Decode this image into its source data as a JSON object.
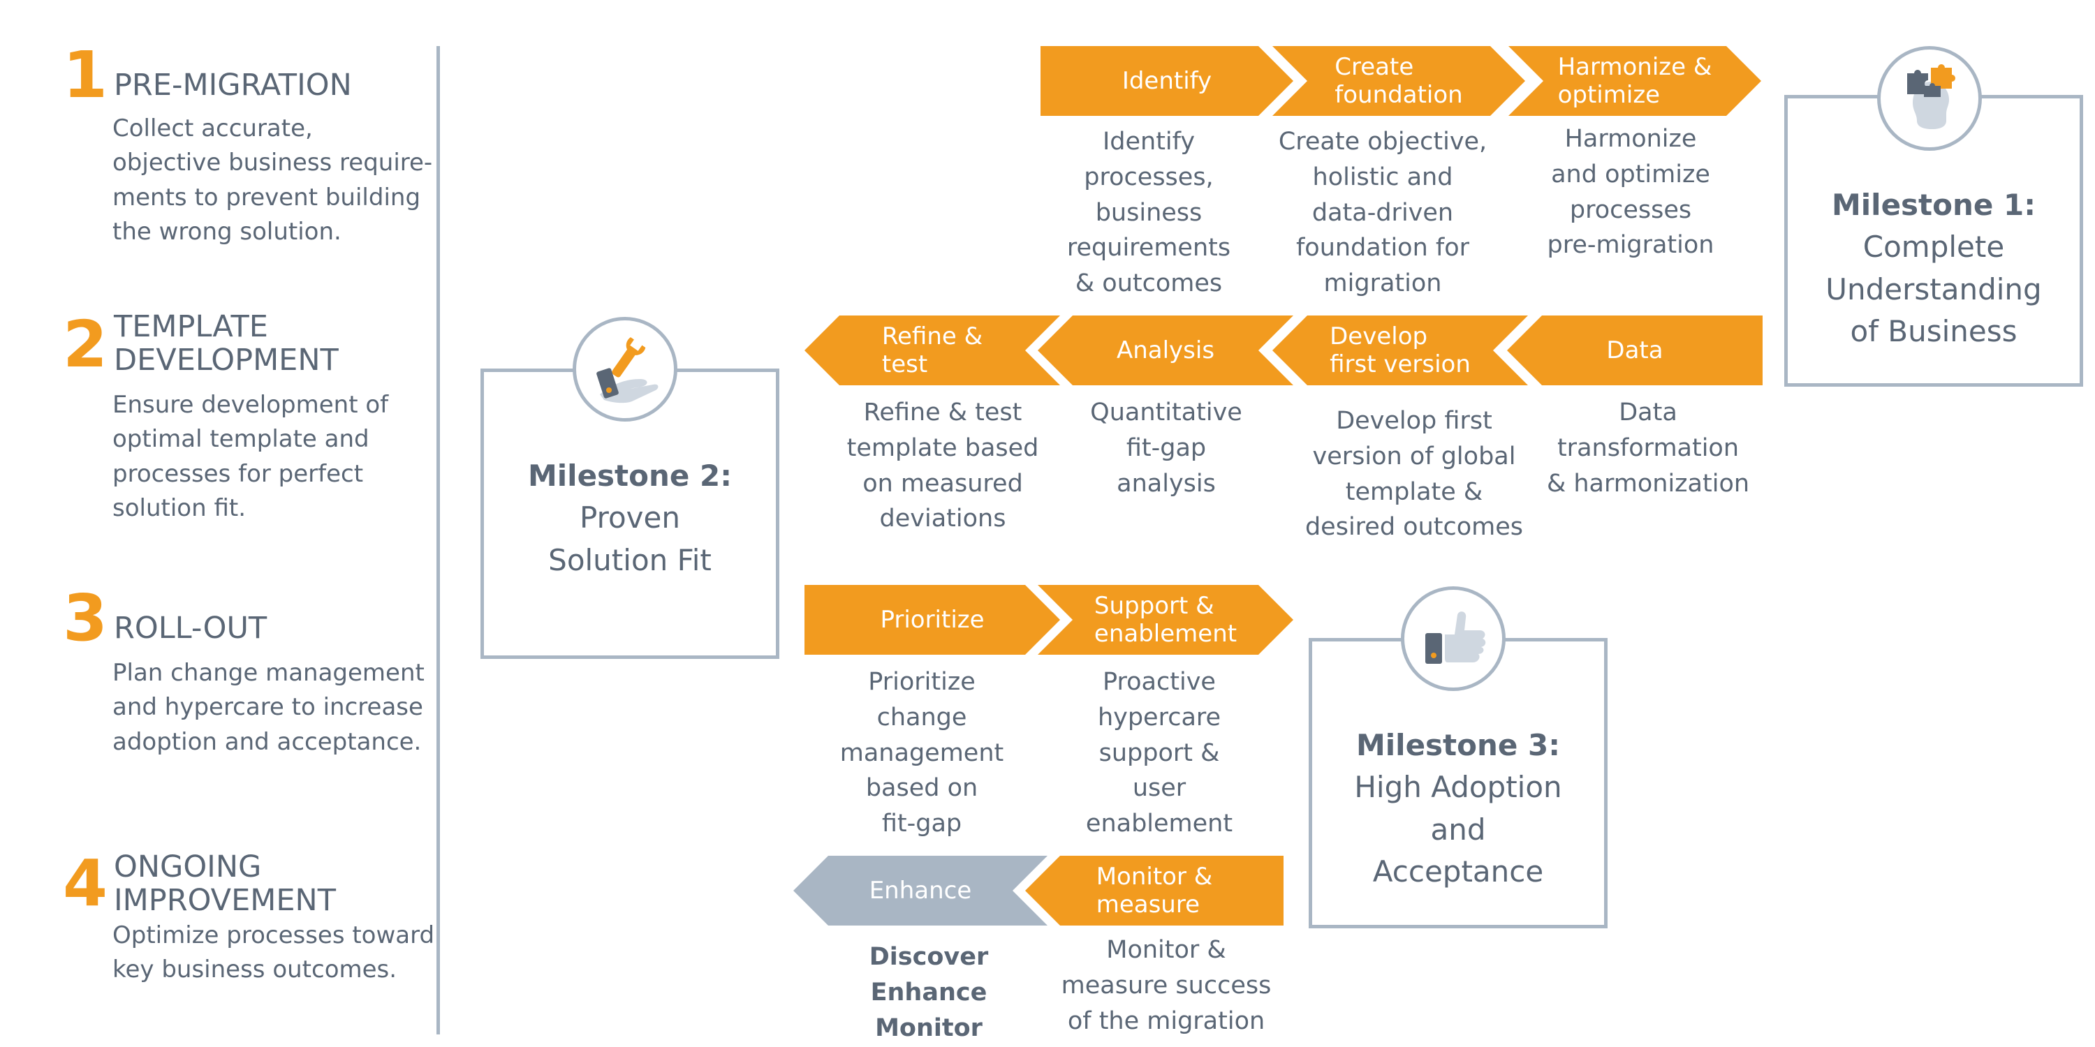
{
  "phases": [
    {
      "number": "1",
      "title": "PRE-MIGRATION",
      "description": "Collect accurate,\nobjective business require-\nments to prevent building\nthe wrong solution."
    },
    {
      "number": "2",
      "title": "TEMPLATE\nDEVELOPMENT",
      "description": "Ensure development of\noptimal template and\nprocesses for perfect\nsolution fit."
    },
    {
      "number": "3",
      "title": "ROLL-OUT",
      "description": "Plan change management\nand hypercare to increase\nadoption and acceptance."
    },
    {
      "number": "4",
      "title": "ONGOING\nIMPROVEMENT",
      "description": "Optimize processes toward\nkey business outcomes."
    }
  ],
  "rows": {
    "pre_migration": [
      {
        "label": "Identify",
        "description": "Identify\nprocesses,\nbusiness\nrequirements\n& outcomes"
      },
      {
        "label": "Create\nfoundation",
        "description": "Create objective,\nholistic and\ndata-driven\nfoundation for\nmigration"
      },
      {
        "label": "Harmonize &\noptimize",
        "description": "Harmonize\nand optimize\nprocesses\npre-migration"
      }
    ],
    "template_development": [
      {
        "label": "Data",
        "description": "Data\ntransformation\n& harmonization"
      },
      {
        "label": "Develop\nfirst version",
        "description": "Develop first\nversion of global\ntemplate &\ndesired outcomes"
      },
      {
        "label": "Analysis",
        "description": "Quantitative\nfit-gap\nanalysis"
      },
      {
        "label": "Refine &\ntest",
        "description": "Refine & test\ntemplate based\non measured\ndeviations"
      }
    ],
    "roll_out": [
      {
        "label": "Prioritize",
        "description": "Prioritize\nchange\nmanagement\nbased on\nfit-gap"
      },
      {
        "label": "Support &\nenablement",
        "description": "Proactive\nhypercare\nsupport &\nuser\nenablement"
      }
    ],
    "ongoing_improvement": [
      {
        "label": "Monitor &\nmeasure",
        "description": "Monitor &\nmeasure success\nof the migration"
      },
      {
        "label": "Enhance",
        "description": "Discover\nEnhance\nMonitor"
      }
    ]
  },
  "milestones": [
    {
      "title": "Milestone 1:",
      "description": "Complete\nUnderstanding\nof Business",
      "icon": "head-puzzle-icon"
    },
    {
      "title": "Milestone 2:",
      "description": "Proven\nSolution Fit",
      "icon": "wrench-hand-icon"
    },
    {
      "title": "Milestone 3:",
      "description": "High Adoption\nand\nAcceptance",
      "icon": "thumbs-up-icon"
    }
  ],
  "colors": {
    "accent": "#f29b1f",
    "text": "#5a6675",
    "gray": "#a9b6c4"
  }
}
